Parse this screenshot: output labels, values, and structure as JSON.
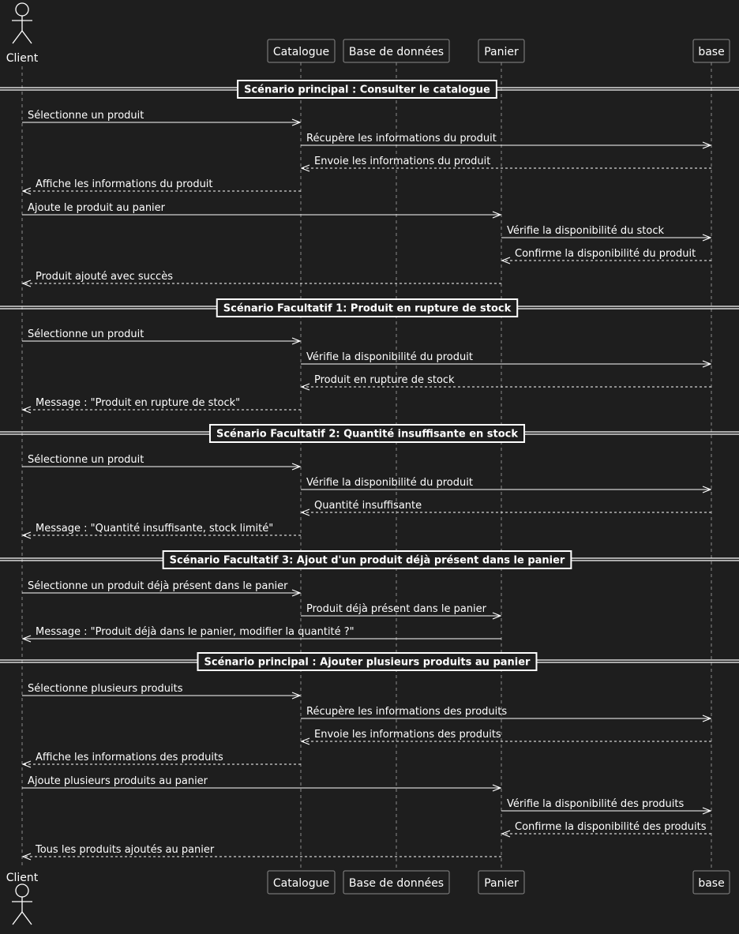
{
  "participants": [
    {
      "id": "client",
      "label": "Client",
      "kind": "actor"
    },
    {
      "id": "catalogue",
      "label": "Catalogue",
      "kind": "box"
    },
    {
      "id": "bdd",
      "label": "Base de données",
      "kind": "box"
    },
    {
      "id": "panier",
      "label": "Panier",
      "kind": "box"
    },
    {
      "id": "base",
      "label": "base",
      "kind": "box"
    }
  ],
  "sections": [
    {
      "title": "Scénario principal : Consulter le catalogue",
      "messages": [
        {
          "from": "client",
          "to": "catalogue",
          "label": "Sélectionne un produit",
          "style": "solid"
        },
        {
          "from": "catalogue",
          "to": "base",
          "label": "Récupère les informations du produit",
          "style": "solid"
        },
        {
          "from": "base",
          "to": "catalogue",
          "label": "Envoie les informations du produit",
          "style": "dashed"
        },
        {
          "from": "catalogue",
          "to": "client",
          "label": "Affiche les informations du produit",
          "style": "dashed"
        },
        {
          "from": "client",
          "to": "panier",
          "label": "Ajoute le produit au panier",
          "style": "solid"
        },
        {
          "from": "panier",
          "to": "base",
          "label": "Vérifie la disponibilité du stock",
          "style": "solid"
        },
        {
          "from": "base",
          "to": "panier",
          "label": "Confirme la disponibilité du produit",
          "style": "dashed"
        },
        {
          "from": "panier",
          "to": "client",
          "label": "Produit ajouté avec succès",
          "style": "dashed"
        }
      ]
    },
    {
      "title": "Scénario Facultatif 1: Produit en rupture de stock",
      "messages": [
        {
          "from": "client",
          "to": "catalogue",
          "label": "Sélectionne un produit",
          "style": "solid"
        },
        {
          "from": "catalogue",
          "to": "base",
          "label": "Vérifie la disponibilité du produit",
          "style": "solid"
        },
        {
          "from": "base",
          "to": "catalogue",
          "label": "Produit en rupture de stock",
          "style": "dashed"
        },
        {
          "from": "catalogue",
          "to": "client",
          "label": "Message : \"Produit en rupture de stock\"",
          "style": "dashed"
        }
      ]
    },
    {
      "title": "Scénario Facultatif 2: Quantité insuffisante en stock",
      "messages": [
        {
          "from": "client",
          "to": "catalogue",
          "label": "Sélectionne un produit",
          "style": "solid"
        },
        {
          "from": "catalogue",
          "to": "base",
          "label": "Vérifie la disponibilité du produit",
          "style": "solid"
        },
        {
          "from": "base",
          "to": "catalogue",
          "label": "Quantité insuffisante",
          "style": "dashed"
        },
        {
          "from": "catalogue",
          "to": "client",
          "label": "Message : \"Quantité insuffisante, stock limité\"",
          "style": "dashed"
        }
      ]
    },
    {
      "title": "Scénario Facultatif 3:  Ajout d'un produit déjà présent dans le panier",
      "messages": [
        {
          "from": "client",
          "to": "catalogue",
          "label": "Sélectionne un produit déjà présent dans le panier",
          "style": "solid"
        },
        {
          "from": "catalogue",
          "to": "panier",
          "label": "Produit déjà présent dans le panier",
          "style": "solid"
        },
        {
          "from": "panier",
          "to": "client",
          "label": "Message : \"Produit déjà dans le panier, modifier la quantité ?\"",
          "style": "solid"
        }
      ]
    },
    {
      "title": "Scénario principal : Ajouter plusieurs produits au panier",
      "messages": [
        {
          "from": "client",
          "to": "catalogue",
          "label": "Sélectionne plusieurs produits",
          "style": "solid"
        },
        {
          "from": "catalogue",
          "to": "base",
          "label": "Récupère les informations des produits",
          "style": "solid"
        },
        {
          "from": "base",
          "to": "catalogue",
          "label": "Envoie les informations des produits",
          "style": "dashed"
        },
        {
          "from": "catalogue",
          "to": "client",
          "label": "Affiche les informations des produits",
          "style": "dashed"
        },
        {
          "from": "client",
          "to": "panier",
          "label": "Ajoute plusieurs produits au panier",
          "style": "solid"
        },
        {
          "from": "panier",
          "to": "base",
          "label": "Vérifie la disponibilité des produits",
          "style": "solid"
        },
        {
          "from": "base",
          "to": "panier",
          "label": "Confirme la disponibilité des produits",
          "style": "dashed"
        },
        {
          "from": "panier",
          "to": "client",
          "label": "Tous les produits ajoutés au panier",
          "style": "dashed"
        }
      ]
    }
  ],
  "colors": {
    "background": "#1e1e1e",
    "line": "#ffffff",
    "text": "#ffffff",
    "box_border": "#8a8a8a"
  }
}
